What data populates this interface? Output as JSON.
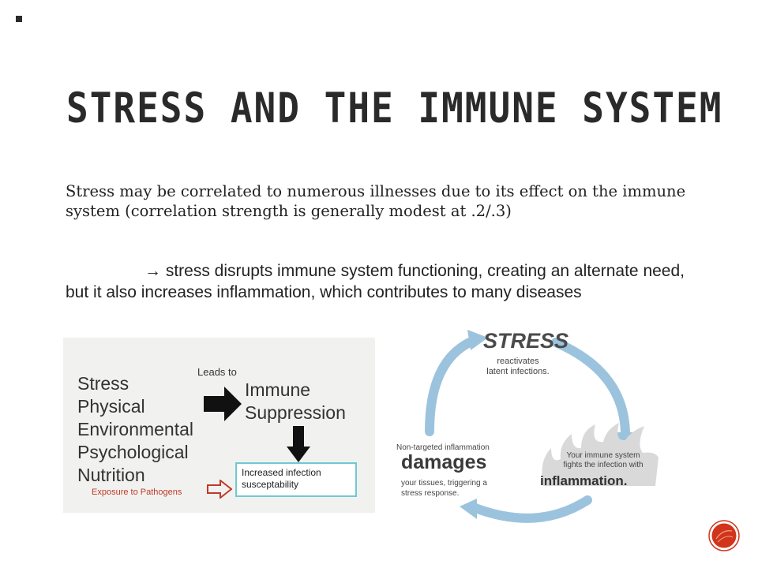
{
  "slide": {
    "title": "STRESS AND THE IMMUNE SYSTEM",
    "paragraph1": "Stress may be correlated to numerous illnesses due to its effect on the immune system (correlation strength is generally modest at .2/.3)",
    "paragraph2": "→ stress disrupts immune system functioning, creating an alternate need, but it also increases inflammation, which contributes to many diseases"
  },
  "left_figure": {
    "factors": [
      "Stress",
      "Physical",
      "Environmental",
      "Psychological",
      "Nutrition"
    ],
    "leads_to": "Leads to",
    "immune_line1": "Immune",
    "immune_line2": "Suppression",
    "infection_line1": "Increased infection",
    "infection_line2": "susceptability",
    "exposure": "Exposure to Pathogens",
    "colors": {
      "box_border": "#6ec9d3",
      "exposure": "#c0392b"
    }
  },
  "cycle_figure": {
    "stress_word": "STRESS",
    "stress_sub1": "reactivates",
    "stress_sub2": "latent infections.",
    "immune_sub1": "Your immune system",
    "immune_sub2": "fights the infection with",
    "inflammation": "inflammation.",
    "nontargeted": "Non-targeted inflammation",
    "damages": "damages",
    "damages_sub1": "your tissues, triggering a",
    "damages_sub2": "stress response.",
    "colors": {
      "arrow": "#9cc3dd"
    }
  },
  "logo": {
    "icon": "decorative-circle-logo",
    "color": "#d1341a"
  }
}
